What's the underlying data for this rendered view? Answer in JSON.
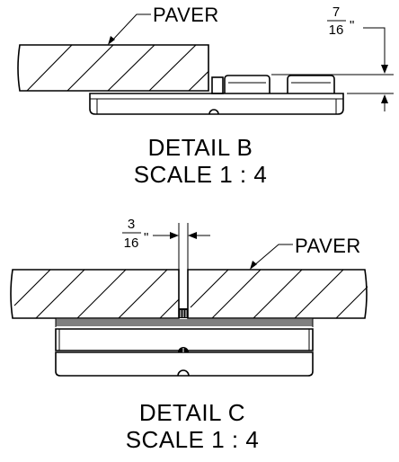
{
  "detail_b": {
    "leader_label": "PAVER",
    "dim_numerator": "7",
    "dim_denominator": "16",
    "dim_unit": "\"",
    "title_line1": "DETAIL B",
    "title_line2": "SCALE 1 : 4"
  },
  "detail_c": {
    "leader_label": "PAVER",
    "dim_numerator": "3",
    "dim_denominator": "16",
    "dim_unit": "\"",
    "title_line1": "DETAIL C",
    "title_line2": "SCALE 1 : 4"
  }
}
